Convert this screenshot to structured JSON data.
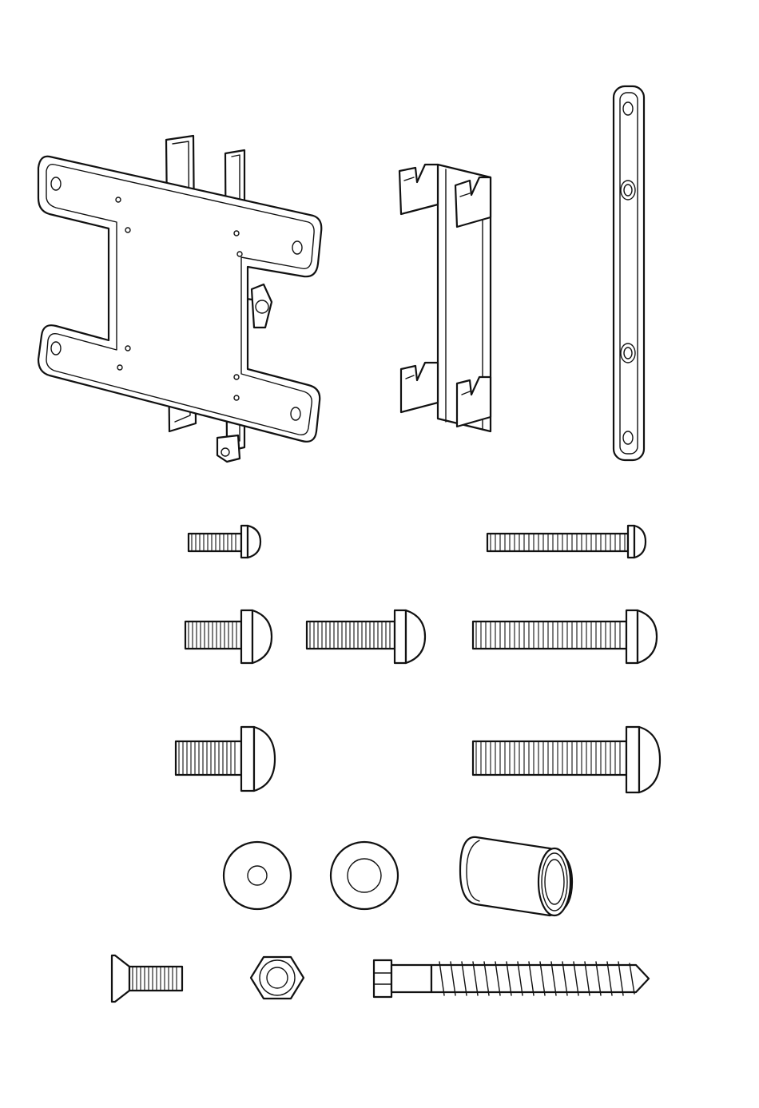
{
  "diagram": {
    "kind": "hardware parts illustration",
    "colors": {
      "line": "#111111",
      "background": "#ffffff"
    },
    "parts": [
      "tilt-mount-assembly",
      "wall-bracket",
      "flat-strap",
      "small-screw",
      "long-small-screw",
      "medium-screw-a",
      "medium-screw-b",
      "long-medium-screw",
      "large-screw",
      "long-large-screw",
      "flat-washer",
      "thick-washer",
      "spacer",
      "countersunk-screw",
      "hex-nut",
      "lag-bolt"
    ]
  }
}
